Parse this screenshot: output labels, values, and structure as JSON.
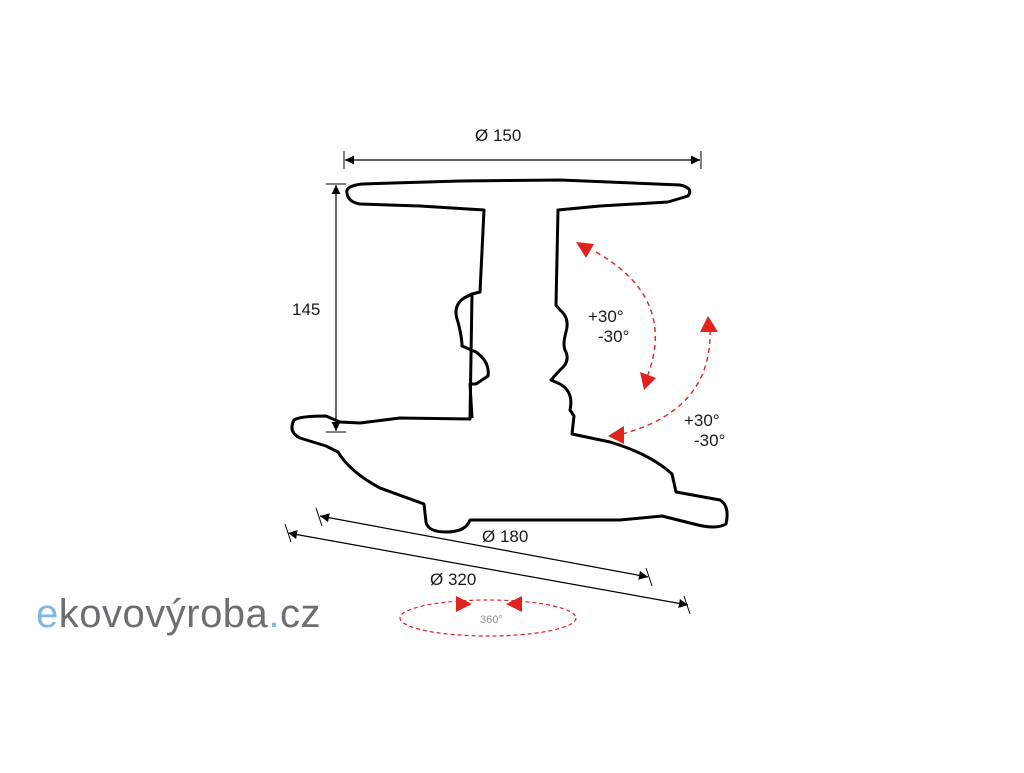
{
  "dimensions": {
    "top_diameter": "Ø 150",
    "height": "145",
    "inner_diameter": "Ø 180",
    "outer_diameter": "Ø 320",
    "rotation": "360°"
  },
  "angles": {
    "upper_pos": "+30°",
    "upper_neg": "-30°",
    "lower_pos": "+30°",
    "lower_neg": "-30°"
  },
  "logo": {
    "first_letter": "e",
    "main": "kovovýroba",
    "dot": ".",
    "tld": "cz"
  },
  "colors": {
    "outline": "#000000",
    "arrow_red": "#e0221c",
    "logo_blue": "#7fb6e3",
    "logo_gray": "#6d6e71"
  }
}
